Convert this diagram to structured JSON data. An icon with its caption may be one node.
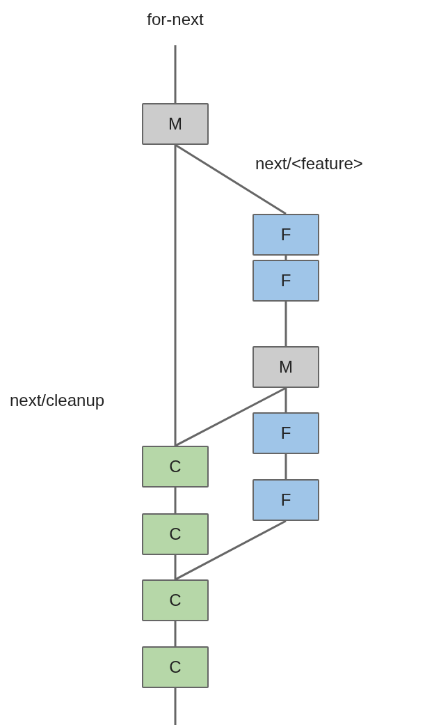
{
  "diagram": {
    "nodes": [
      {
        "text": [
          "M"
        ]
      },
      {
        "text": [
          "F"
        ]
      },
      {
        "text": [
          "F"
        ]
      },
      {
        "text": [
          "M"
        ]
      },
      {
        "text": [
          "F"
        ]
      },
      {
        "text": [
          "C"
        ]
      },
      {
        "text": [
          "F"
        ]
      },
      {
        "text": [
          "C"
        ]
      },
      {
        "text": [
          "C"
        ]
      },
      {
        "text": [
          "C"
        ]
      }
    ],
    "edges": [
      {
        "from": null,
        "to": 0,
        "arrow": "none"
      },
      {
        "from": 0,
        "to": 5,
        "arrow": "none"
      },
      {
        "from": 0,
        "to": 1,
        "arrow": "none"
      },
      {
        "from": 1,
        "to": 2,
        "arrow": "none"
      },
      {
        "from": 2,
        "to": 3,
        "arrow": "none"
      },
      {
        "from": 3,
        "to": 4,
        "arrow": "none"
      },
      {
        "from": 4,
        "to": 6,
        "arrow": "none"
      },
      {
        "from": 3,
        "to": 5,
        "arrow": "none"
      },
      {
        "from": 5,
        "to": 7,
        "arrow": "none"
      },
      {
        "from": 7,
        "to": 8,
        "arrow": "none"
      },
      {
        "from": 6,
        "to": 8,
        "arrow": "none"
      },
      {
        "from": 8,
        "to": 9,
        "arrow": "none"
      },
      {
        "from": 9,
        "to": null,
        "arrow": "none"
      }
    ],
    "labels": [
      "for-next",
      "next/<feature>",
      "next/cleanup"
    ]
  }
}
